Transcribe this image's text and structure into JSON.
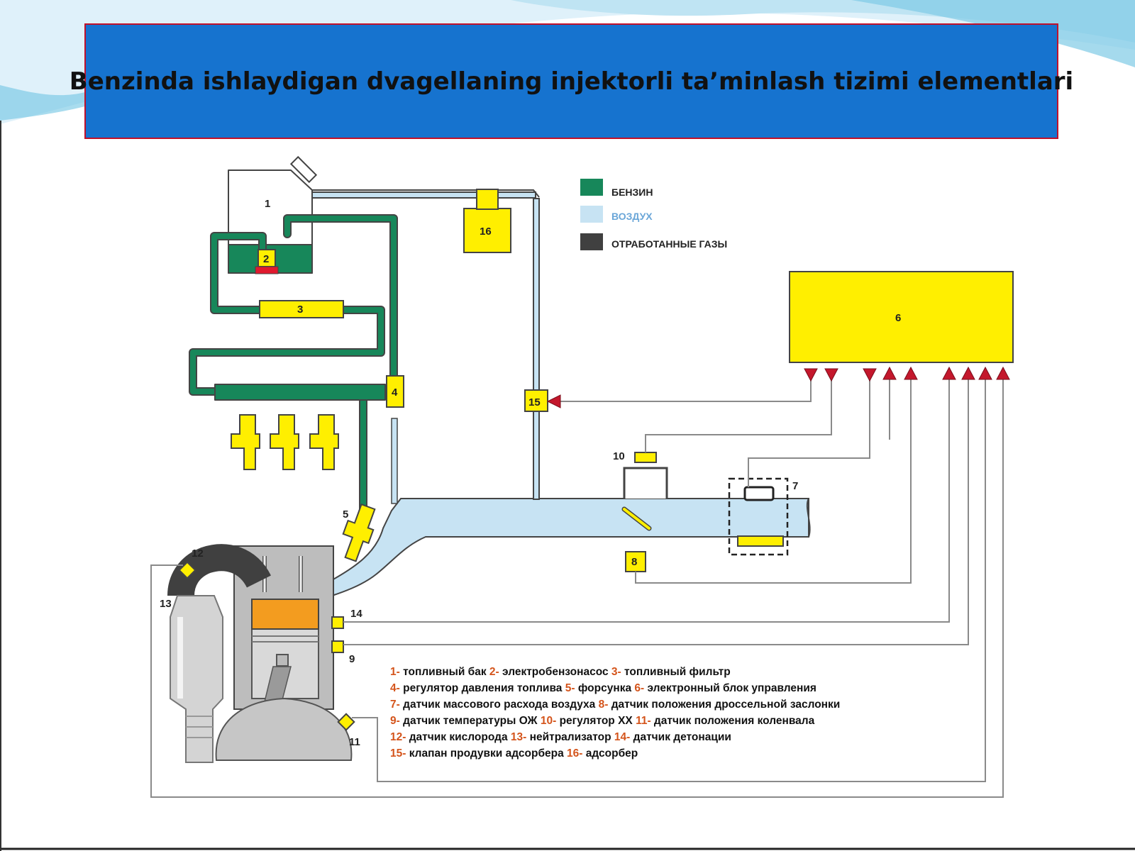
{
  "title": "Benzinda ishlaydigan dvagellaning injektorli ta’minlash tizimi elementlari",
  "colors": {
    "title_bg": "#1673cf",
    "title_border": "#c0102a",
    "fuel": "#17875a",
    "air": "#c7e3f3",
    "exhaust": "#404040",
    "component": "#ffef00",
    "arrow": "#c4172c",
    "piston_crown": "#f39c1f"
  },
  "legend": [
    {
      "label": "БЕНЗИН",
      "color_key": "fuel"
    },
    {
      "label": "ВОЗДУХ",
      "color_key": "air"
    },
    {
      "label": "ОТРАБОТАННЫЕ ГАЗЫ",
      "color_key": "exhaust"
    }
  ],
  "components": {
    "c1": "1",
    "c2": "2",
    "c3": "3",
    "c4": "4",
    "c5": "5",
    "c6": "6",
    "c7": "7",
    "c8": "8",
    "c9": "9",
    "c10": "10",
    "c11": "11",
    "c12": "12",
    "c13": "13",
    "c14": "14",
    "c15": "15",
    "c16": "16"
  },
  "key": [
    [
      [
        "1-",
        " топливный бак "
      ],
      [
        "2-",
        " электробензонасос "
      ],
      [
        "3-",
        " топливный фильтр"
      ]
    ],
    [
      [
        "4-",
        " регулятор давления топлива "
      ],
      [
        "5-",
        " форсунка "
      ],
      [
        "6-",
        " электронный блок управления"
      ]
    ],
    [
      [
        "7-",
        " датчик массового расхода воздуха "
      ],
      [
        "8-",
        " датчик положения дроссельной заслонки"
      ]
    ],
    [
      [
        "9-",
        " датчик температуры ОЖ "
      ],
      [
        "10-",
        " регулятор ХХ "
      ],
      [
        "11-",
        " датчик положения коленвала"
      ]
    ],
    [
      [
        "12-",
        " датчик кислорода "
      ],
      [
        "13-",
        " нейтрализатор "
      ],
      [
        "14-",
        " датчик детонации"
      ]
    ],
    [
      [
        "15-",
        " клапан продувки адсорбера "
      ],
      [
        "16-",
        " адсорбер"
      ]
    ]
  ]
}
